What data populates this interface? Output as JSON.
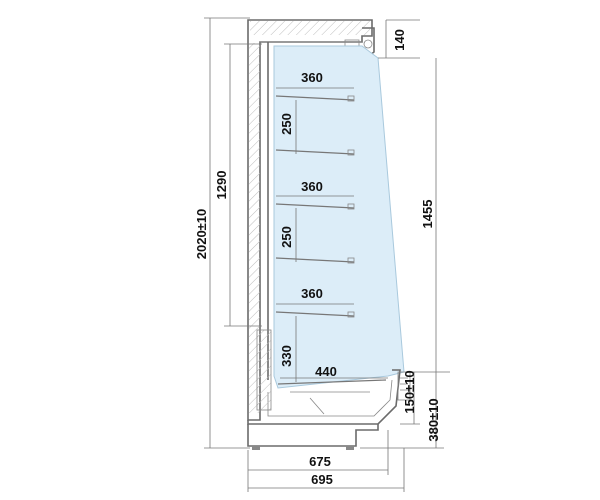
{
  "diagram": {
    "shelf_depths": [
      "360",
      "360",
      "360"
    ],
    "shelf_spacings": [
      "250",
      "250",
      "330"
    ],
    "base_depth": "440",
    "top_height": "140",
    "interior_height": "1290",
    "overall_height": "2020±10",
    "display_height": "1455",
    "base_height": "150±10",
    "lower_height": "380±10",
    "inner_width": "675",
    "outer_width": "695"
  },
  "colors": {
    "glass": "#dcedf8",
    "cabinet_line": "#6b6b6b",
    "dimension_line": "#777777",
    "text": "#111111"
  }
}
